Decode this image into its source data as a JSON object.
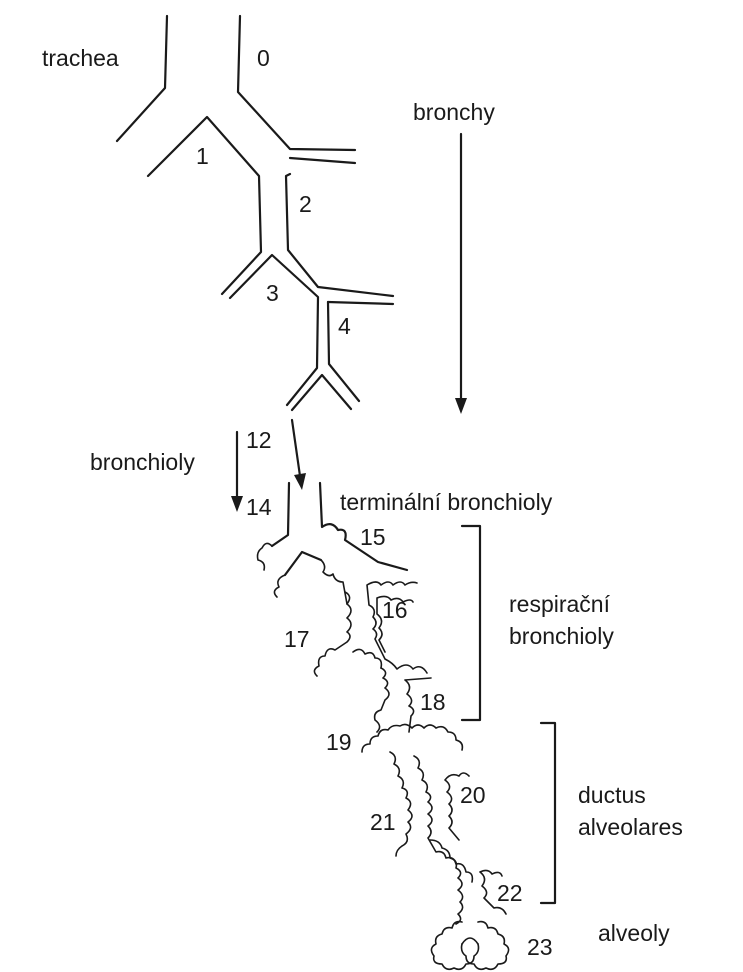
{
  "labels": {
    "trachea": "trachea",
    "bronchy": "bronchy",
    "bronchioly": "bronchioly",
    "terminal_bronchioly": "terminální bronchioly",
    "respiratory_line1": "respirační",
    "respiratory_line2": "bronchioly",
    "ductus_line1": "ductus",
    "ductus_line2": "alveolares",
    "alveoly": "alveoly"
  },
  "generations": {
    "g0": "0",
    "g1": "1",
    "g2": "2",
    "g3": "3",
    "g4": "4",
    "g12": "12",
    "g14": "14",
    "g15": "15",
    "g16": "16",
    "g17": "17",
    "g18": "18",
    "g19": "19",
    "g20": "20",
    "g21": "21",
    "g22": "22",
    "g23": "23"
  },
  "colors": {
    "ink": "#1a1a1a",
    "background": "#ffffff"
  }
}
